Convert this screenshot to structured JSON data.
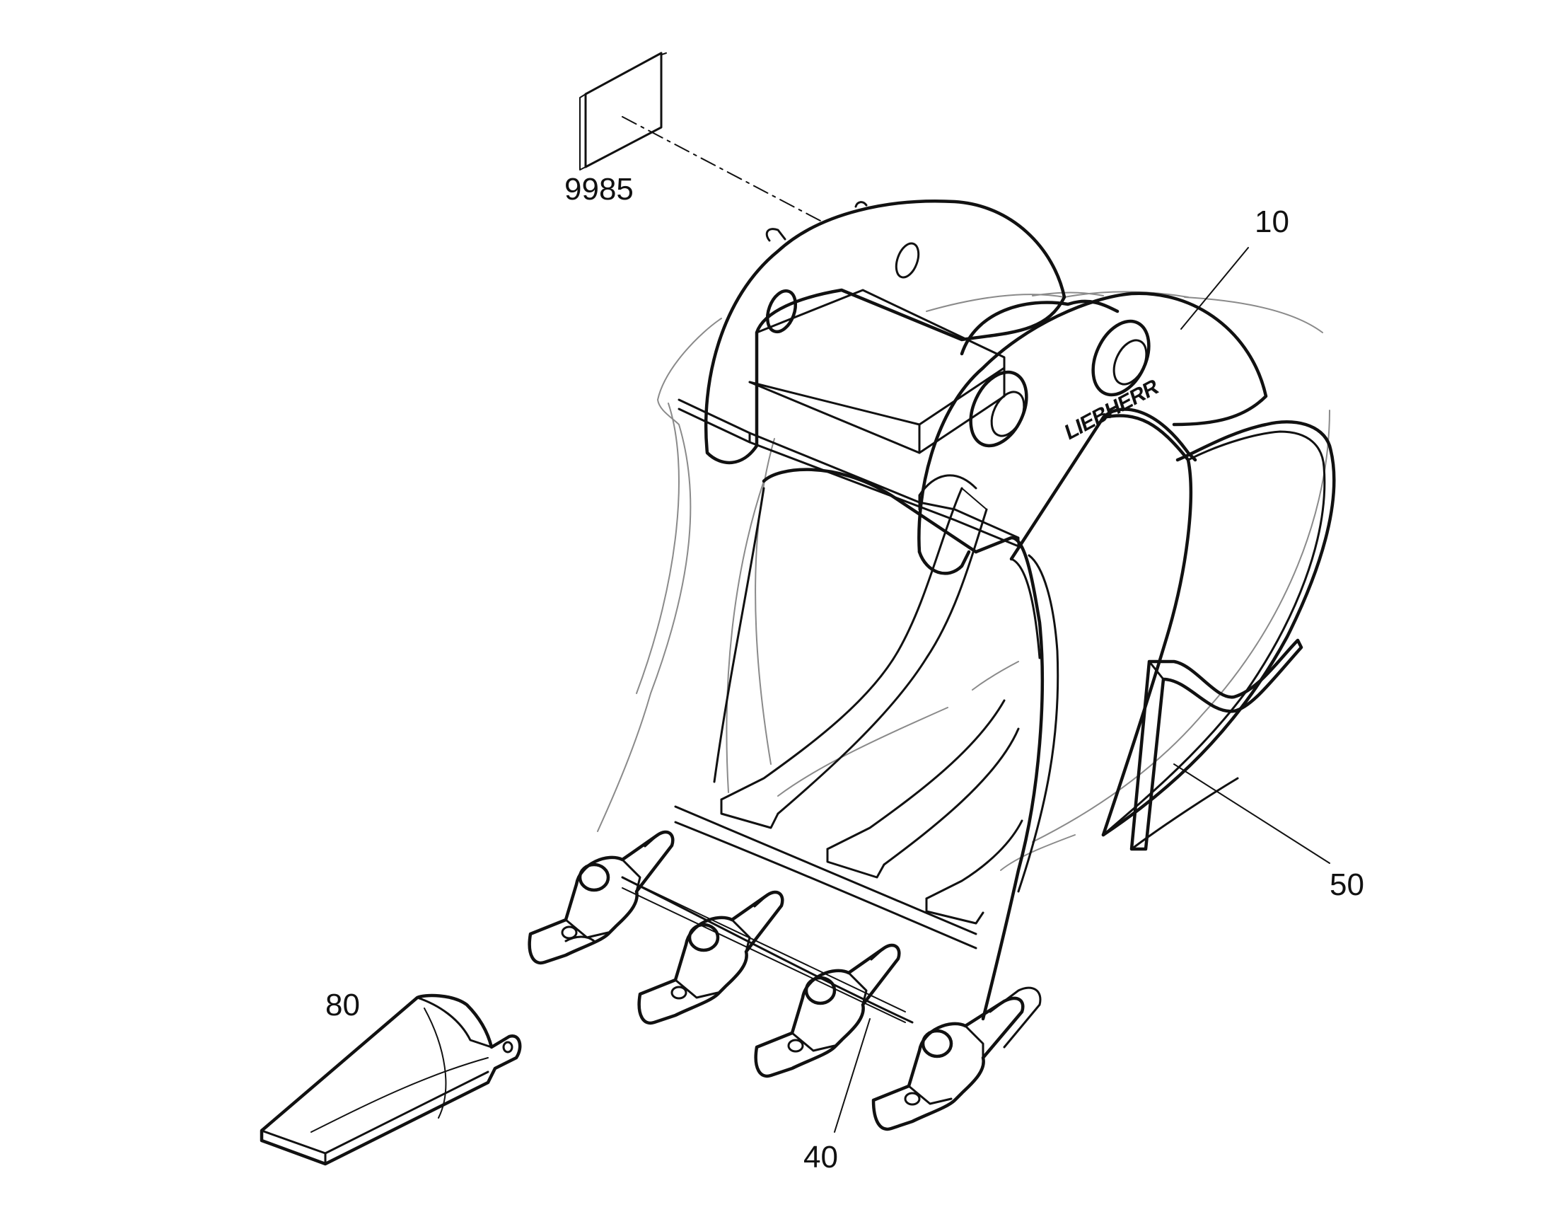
{
  "diagram": {
    "colors": {
      "line": "#111111",
      "faint_line": "#8a8a8a",
      "background": "#ffffff"
    },
    "callouts": [
      {
        "id": "9985",
        "label": "9985",
        "part": "decal-sticker"
      },
      {
        "id": "10",
        "label": "10",
        "part": "bucket-body"
      },
      {
        "id": "50",
        "label": "50",
        "part": "side-wear-plate"
      },
      {
        "id": "40",
        "label": "40",
        "part": "cutting-edge"
      },
      {
        "id": "80",
        "label": "80",
        "part": "tooth-tip"
      }
    ],
    "brand_mark": "LIEBHERR"
  }
}
